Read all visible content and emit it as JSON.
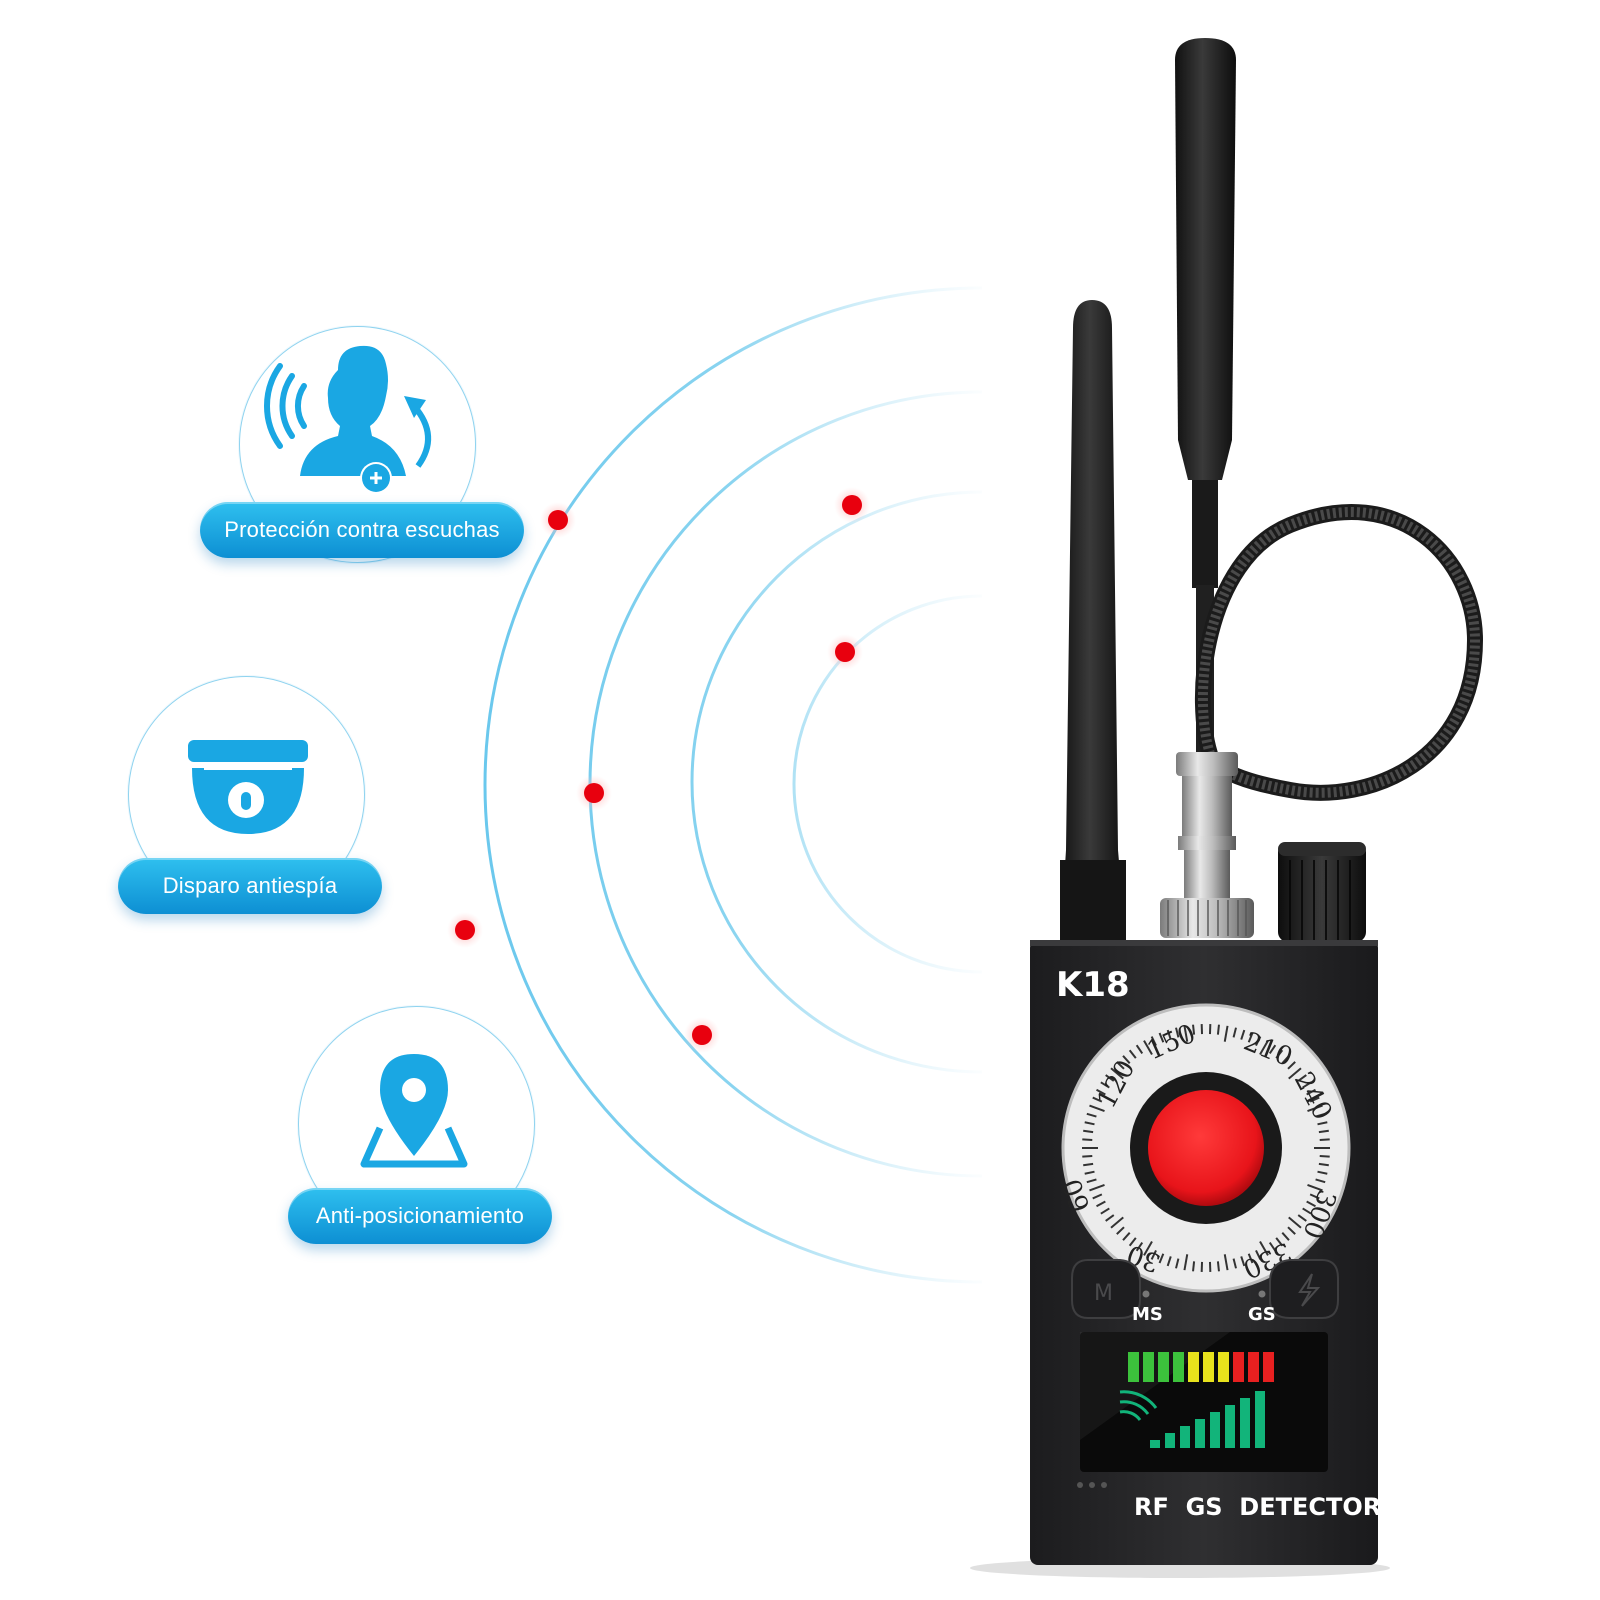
{
  "features": [
    {
      "label": "Protección contra escuchas",
      "icon": "eavesdrop-person-icon"
    },
    {
      "label": "Disparo antiespía",
      "icon": "security-camera-icon"
    },
    {
      "label": "Anti-posicionamiento",
      "icon": "location-pin-icon"
    }
  ],
  "device": {
    "model": "K18",
    "dial_numbers": [
      "150",
      "210",
      "120",
      "240",
      "60",
      "300",
      "30",
      "330"
    ],
    "mode_button_label": "M",
    "led_left_label": "MS",
    "led_right_label": "GS",
    "title": "RF  GS  DETECTOR",
    "signal_level": 10,
    "signal_max": 10
  },
  "colors": {
    "accent": "#1aa7e3",
    "device_body": "#2a2a2c",
    "lens": "#e8141a",
    "signal_dot": "#e8000e",
    "level_green": "#3cc23c",
    "level_yellow": "#e8e21c",
    "level_red": "#e82020",
    "bars": "#12b47a"
  }
}
